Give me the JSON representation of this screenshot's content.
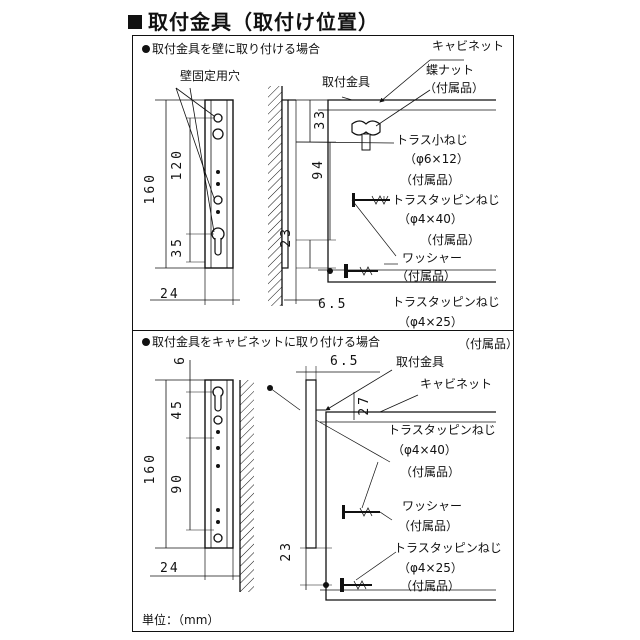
{
  "title": "取付金具（取付け位置）",
  "wall_section": {
    "heading": "取付金具を壁に取り付ける場合",
    "label_hole": "壁固定用穴",
    "label_bracket": "取付金具",
    "label_cabinet": "キャビネット",
    "label_nut": "蝶ナット",
    "label_nut_sub": "（付属品）",
    "label_screw1": "トラス小ねじ",
    "label_screw1_size": "（φ6×12）",
    "label_screw1_sub": "（付属品）",
    "label_screw2": "トラスタッピンねじ",
    "label_screw2_size": "（φ4×40）",
    "label_screw2_sub": "（付属品）",
    "label_washer": "ワッシャー",
    "label_washer_sub": "（付属品）",
    "label_screw3": "トラスタッピンねじ",
    "label_screw3_size": "（φ4×25）",
    "label_screw3_sub": "（付属品）",
    "dim_160": "160",
    "dim_120": "120",
    "dim_35": "35",
    "dim_24": "24",
    "dim_33": "33",
    "dim_94": "94",
    "dim_23": "23",
    "dim_6_5": "6.5"
  },
  "cabinet_section": {
    "heading": "取付金具をキャビネットに取り付ける場合",
    "label_bracket": "取付金具",
    "label_cabinet": "キャビネット",
    "label_screw1": "トラスタッピンねじ",
    "label_screw1_size": "（φ4×40）",
    "label_screw1_sub": "（付属品）",
    "label_washer": "ワッシャー",
    "label_washer_sub": "（付属品）",
    "label_screw2": "トラスタッピンねじ",
    "label_screw2_size": "（φ4×25）",
    "label_screw2_sub": "（付属品）",
    "dim_6": "6",
    "dim_45": "45",
    "dim_160": "160",
    "dim_90": "90",
    "dim_24": "24",
    "dim_6_5": "6.5",
    "dim_27": "27",
    "dim_23": "23"
  },
  "unit_label": "単位：（mm）"
}
